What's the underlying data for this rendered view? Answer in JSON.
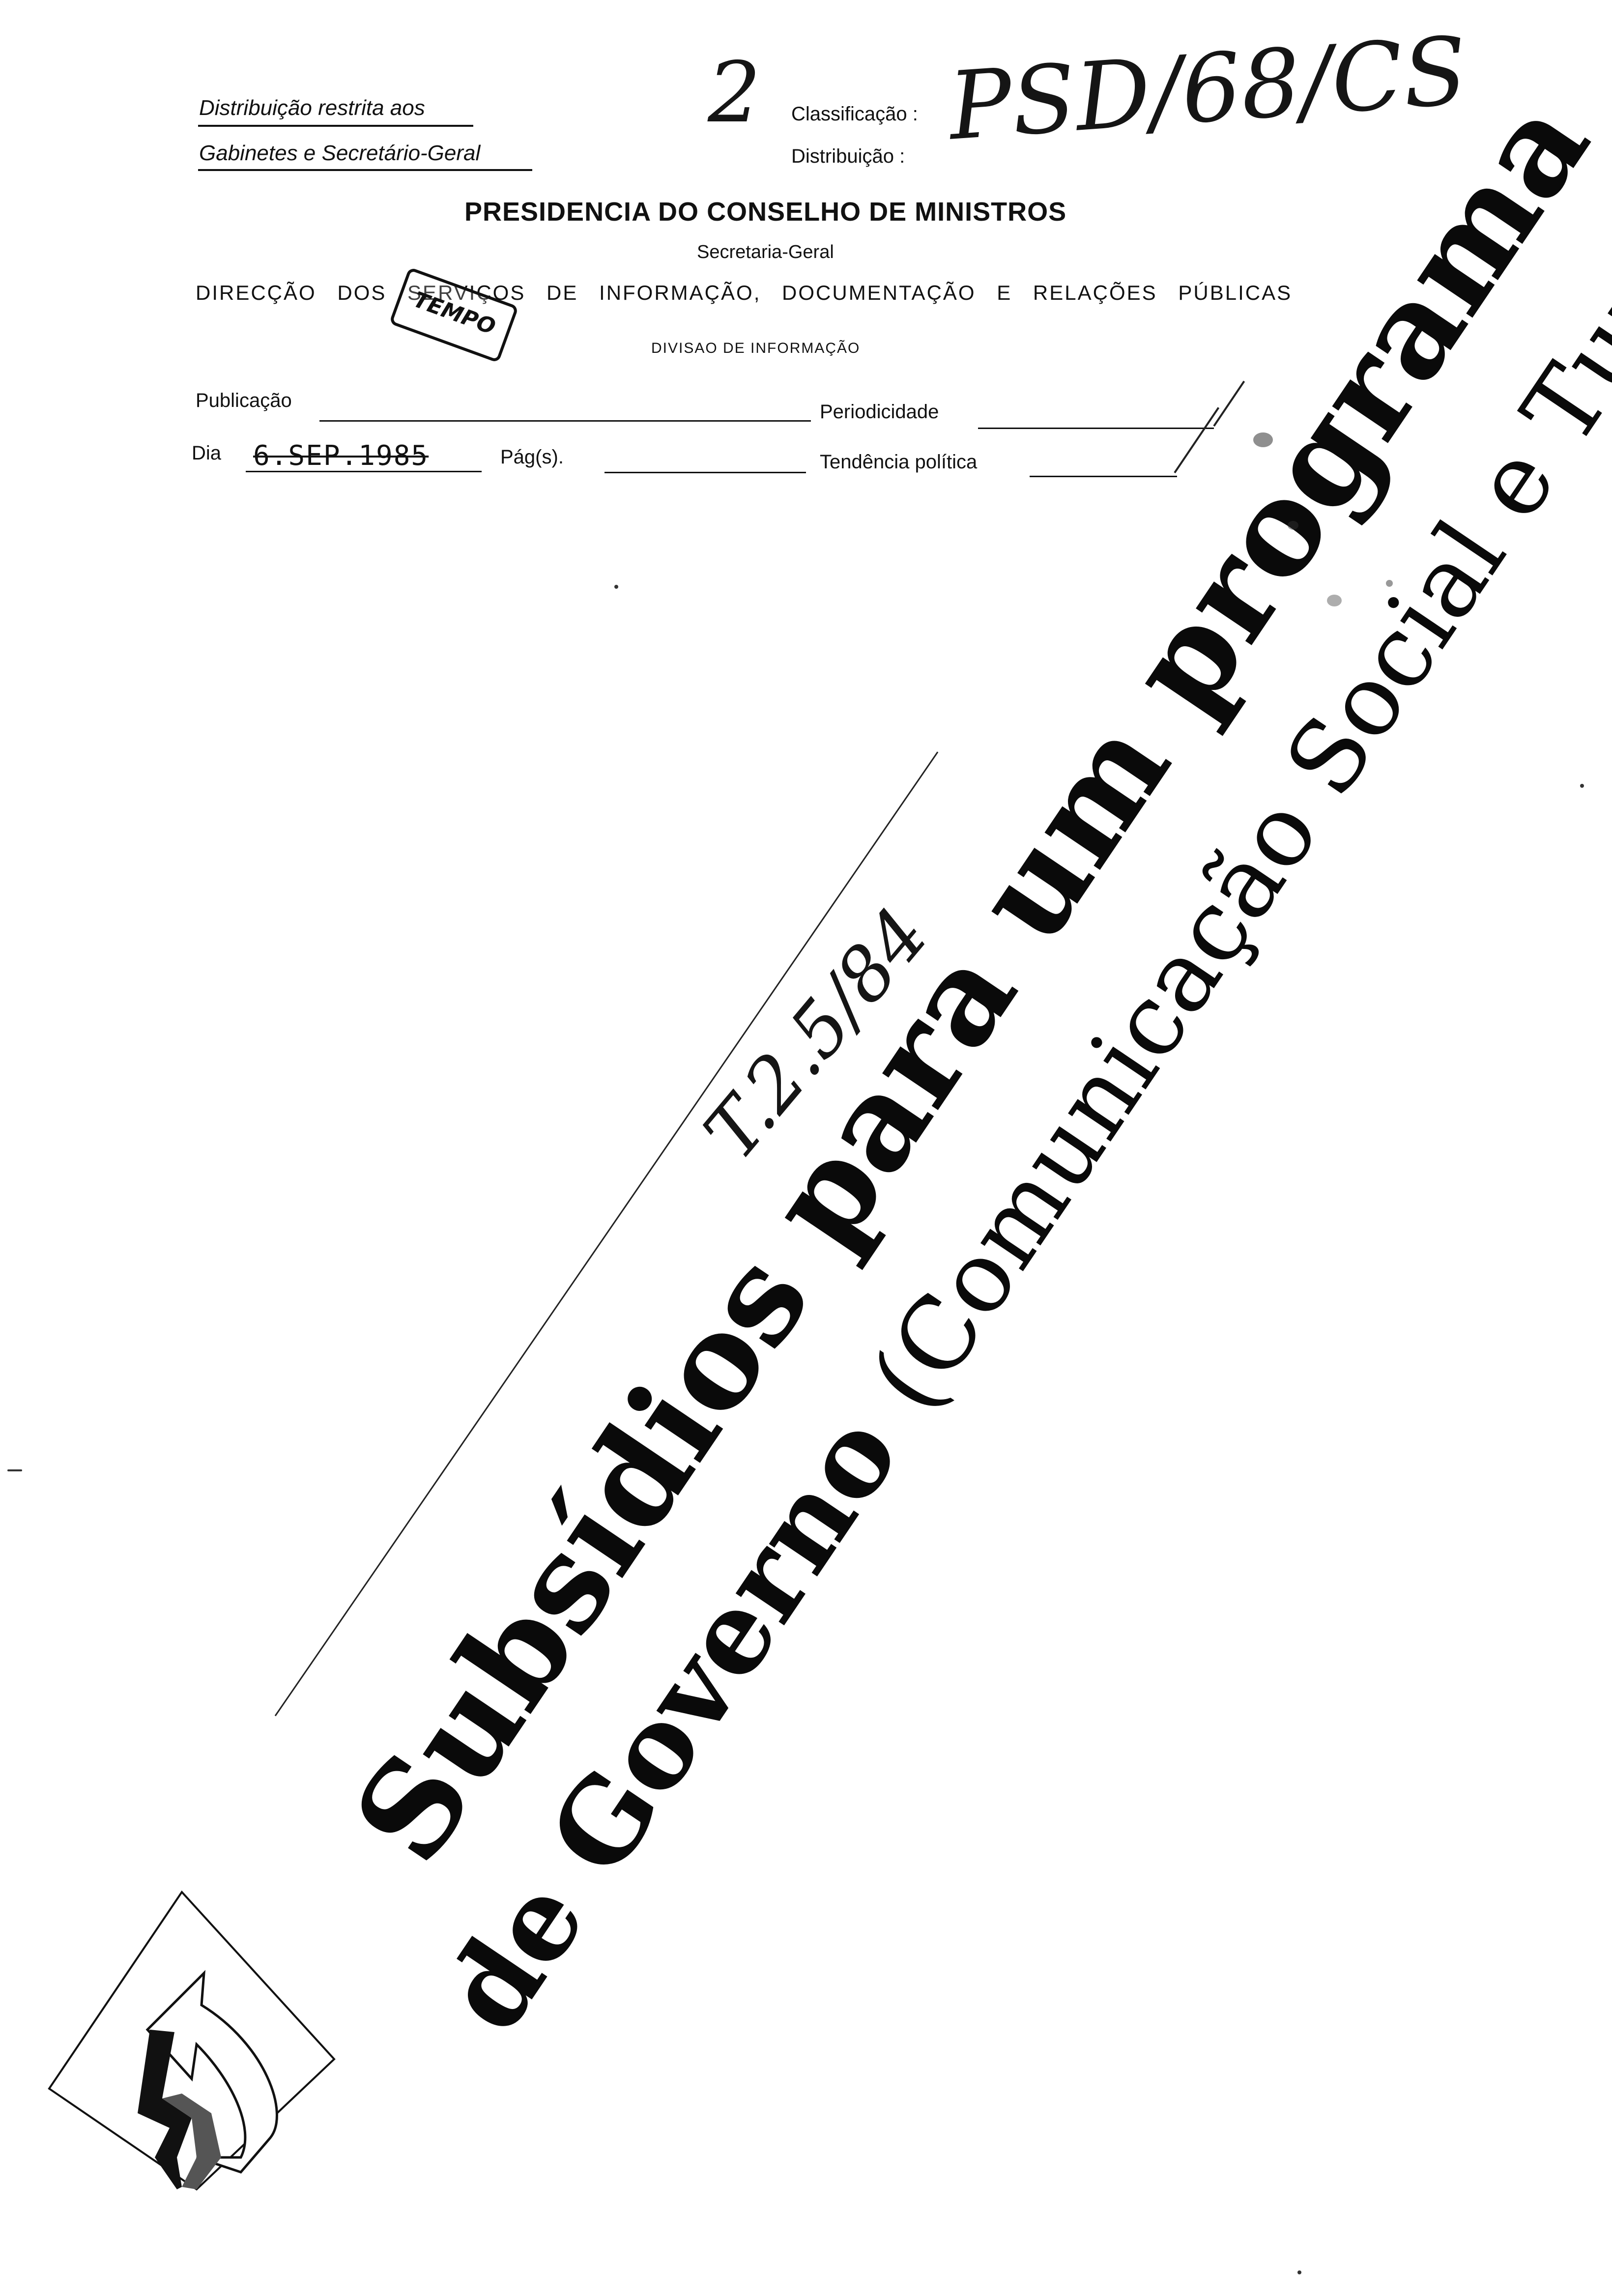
{
  "header": {
    "restricted_line1": "Distribuição restrita aos",
    "restricted_line2": "Gabinetes e Secretário-Geral",
    "handwritten_number": "2",
    "classificacao_label": "Classificação :",
    "distribuicao_label": "Distribuição :",
    "handwritten_classification": "PSD/68/CS"
  },
  "letterhead": {
    "title": "PRESIDENCIA DO CONSELHO DE MINISTROS",
    "subtitle": "Secretaria-Geral",
    "direccao": "DIRECÇÃO DOS SERVIÇOS DE INFORMAÇÃO, DOCUMENTAÇÃO E RELAÇÕES PÚBLICAS",
    "divisao": "DIVISAO DE INFORMAÇÃO",
    "stamp": "TEMPO"
  },
  "form_fields": {
    "publicacao_label": "Publicação",
    "periodicidade_label": "Periodicidade",
    "dia_label": "Dia",
    "dia_value": "6.SEP.1985",
    "pags_label": "Pág(s).",
    "tendencia_label": "Tendência política"
  },
  "body": {
    "title_line1": "Subsídios para um programa",
    "title_line2_main": "de Governo",
    "title_line2_paren": "(Comunicação Social e Turismo)",
    "handwritten_note": "T.2.5/84"
  },
  "colors": {
    "ink": "#111111",
    "paper": "#ffffff"
  }
}
